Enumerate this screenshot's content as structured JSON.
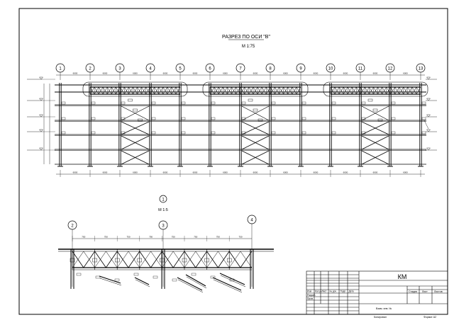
{
  "drawing": {
    "section_title": "РАЗРЕЗ ПО ОСИ \"В\"",
    "section_scale": "М 1:75",
    "node_mark": "1",
    "node_scale": "М 1:5",
    "grid_axes": [
      "1",
      "2",
      "3",
      "4",
      "5",
      "6",
      "7",
      "8",
      "9",
      "10",
      "11",
      "12",
      "13"
    ],
    "detail_axes": [
      "2",
      "3",
      "4"
    ],
    "bay_dimension": "6000",
    "detail_dimension": "750"
  },
  "title_block": {
    "code": "КМ",
    "col_headers": [
      "Изм",
      "Кол.уч",
      "Лист",
      "№ док.",
      "Подп.",
      "Дата"
    ],
    "left_rows": [
      "Разраб.",
      "Пров."
    ],
    "stage_headers": [
      "Стадия",
      "Лист",
      "Листов"
    ],
    "inventory": "Взам. инв. №",
    "copied": "Копировал",
    "format": "Формат А2"
  }
}
